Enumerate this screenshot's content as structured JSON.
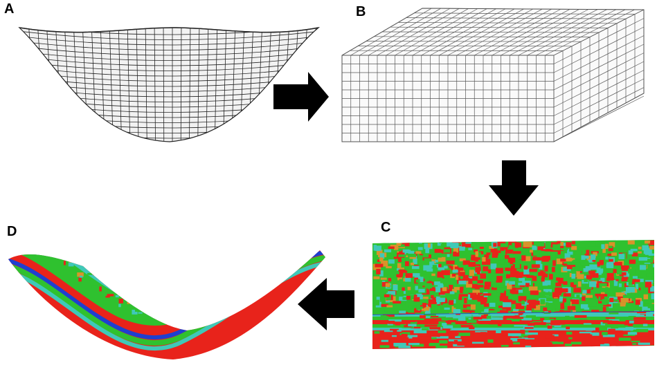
{
  "panels": {
    "a": {
      "label": "A"
    },
    "b": {
      "label": "B"
    },
    "c": {
      "label": "C"
    },
    "d": {
      "label": "D"
    }
  },
  "colors": {
    "mesh_stroke": "#222222",
    "grid_stroke": "#555555",
    "arrow": "#000000",
    "property_high": "#e8231b",
    "property_mid": "#2fc12f",
    "property_low": "#3fc9b8",
    "property_extreme": "#1f3fd0",
    "property_orange": "#d9932a"
  },
  "icons": {
    "arrow_a_to_b": "arrow-right-icon",
    "arrow_b_to_c": "arrow-down-icon",
    "arrow_c_to_d": "arrow-left-icon"
  }
}
